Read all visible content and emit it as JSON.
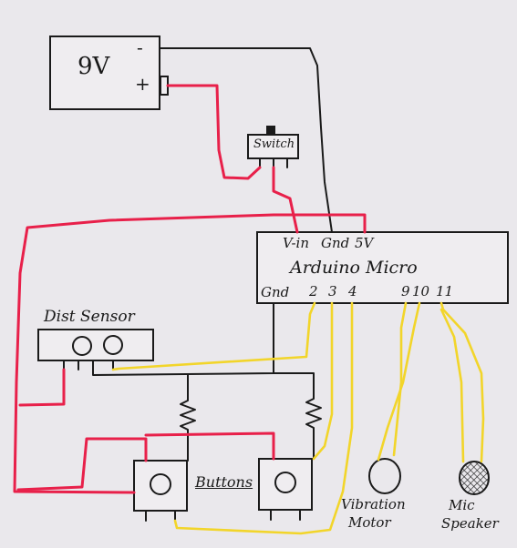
{
  "battery": {
    "label": "9V",
    "neg": "-",
    "pos": "+"
  },
  "switch": {
    "label": "Switch"
  },
  "arduino": {
    "title": "Arduino Micro",
    "top_pins": {
      "vin": "V-in",
      "gnd": "Gnd",
      "v5": "5V"
    },
    "bottom_pins": {
      "gnd": "Gnd",
      "p2": "2",
      "p3": "3",
      "p4": "4",
      "p9": "9",
      "p10": "10",
      "p11": "11"
    }
  },
  "sensor": {
    "label": "Dist Sensor"
  },
  "buttons": {
    "label": "Buttons"
  },
  "vibration": {
    "line1": "Vibration",
    "line2": "Motor"
  },
  "speaker": {
    "line1": "Mic",
    "line2": "Speaker"
  },
  "colors": {
    "paper": "#eae8ec",
    "ink": "#1a1a1a",
    "power_wire": "#e8204a",
    "signal_wire": "#f2d52a"
  }
}
